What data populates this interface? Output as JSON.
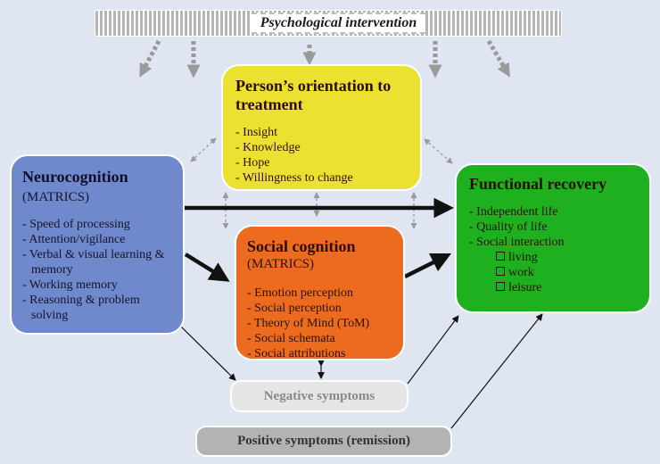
{
  "banner": {
    "label": "Psychological intervention"
  },
  "boxes": {
    "orientation": {
      "title": "Person’s orientation to treatment",
      "items": [
        "Insight",
        "Knowledge",
        "Hope",
        "Willingness to change"
      ],
      "color": "#ece130"
    },
    "neurocognition": {
      "title": "Neurocognition",
      "subtitle": "(MATRICS)",
      "items": [
        "Speed of processing",
        "Attention/vigilance",
        "Verbal & visual learning & memory",
        "Working memory",
        "Reasoning & problem solving"
      ],
      "color": "#7088cc"
    },
    "social_cognition": {
      "title": "Social cognition",
      "subtitle": "(MATRICS)",
      "items": [
        "Emotion perception",
        "Social perception",
        "Theory of Mind (ToM)",
        "Social schemata",
        "Social attributions"
      ],
      "color": "#ec6b1e"
    },
    "functional_recovery": {
      "title": "Functional recovery",
      "items": [
        "Independent life",
        "Quality of life",
        "Social interaction"
      ],
      "subitems": [
        "living",
        "work",
        "leisure"
      ],
      "color": "#1eb01e"
    }
  },
  "pills": {
    "negative": {
      "label": "Negative symptoms"
    },
    "positive": {
      "label": "Positive symptoms (remission)"
    }
  }
}
